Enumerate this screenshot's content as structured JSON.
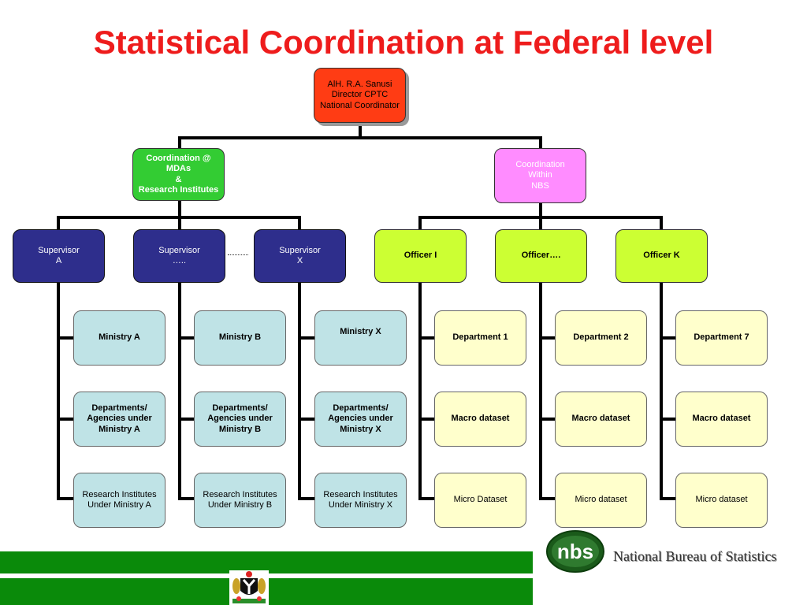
{
  "title": "Statistical Coordination at Federal level",
  "org": {
    "top": "AlH. R.A. Sanusi\nDirector CPTC\nNational Coordinator",
    "mda_coord": "Coordination @\nMDAs\n&\nResearch Institutes",
    "nbs_coord": "Coordination\nWithin\nNBS",
    "supervisors": [
      "Supervisor\nA",
      "Supervisor\n…..",
      "Supervisor\nX"
    ],
    "officers": [
      "Officer I",
      "Officer….",
      "Officer K"
    ],
    "ministries": [
      [
        "Ministry A",
        "Departments/\nAgencies under\nMinistry A",
        "Research Institutes\nUnder Ministry A"
      ],
      [
        "Ministry B",
        "Departments/\nAgencies under\nMinistry B",
        "Research Institutes\nUnder Ministry B"
      ],
      [
        "Ministry X",
        "Departments/\nAgencies under\nMinistry X",
        "Research Institutes\nUnder Ministry X"
      ]
    ],
    "departments": [
      [
        "Department 1",
        "Macro dataset",
        "Micro Dataset"
      ],
      [
        "Department 2",
        "Macro dataset",
        "Micro dataset"
      ],
      [
        "Department 7",
        "Macro dataset",
        "Micro dataset"
      ]
    ]
  },
  "footer": {
    "logo_text": "nbs",
    "org_name": "National Bureau of Statistics"
  },
  "colors": {
    "title": "#ee1c1c",
    "top_box": "#ff3c14",
    "mda_box": "#33cc33",
    "nbs_box": "#ff8cff",
    "supervisor_box": "#2e2e8c",
    "officer_box": "#ccff33",
    "ministry_box": "#bfe3e6",
    "department_box": "#ffffcc",
    "footer_green": "#0a8a0a"
  }
}
